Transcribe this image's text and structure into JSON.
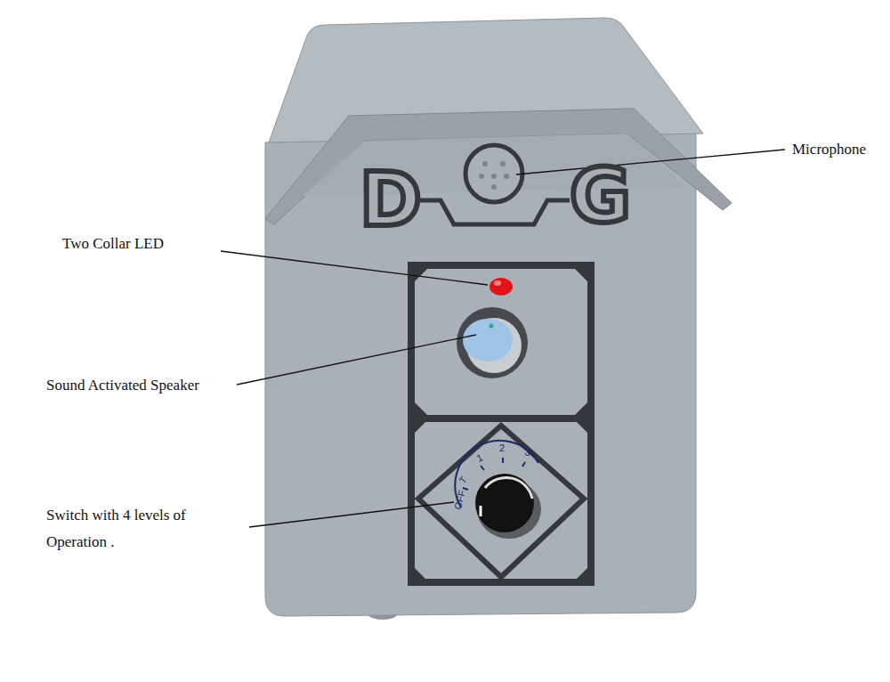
{
  "diagram": {
    "labels": [
      "Microphone",
      "Two Collar LED",
      "Sound Activated Speaker",
      "Switch with 4 levels of Operation .",
      "D",
      "G",
      "OFF",
      "T",
      "1",
      "2",
      "3"
    ]
  }
}
